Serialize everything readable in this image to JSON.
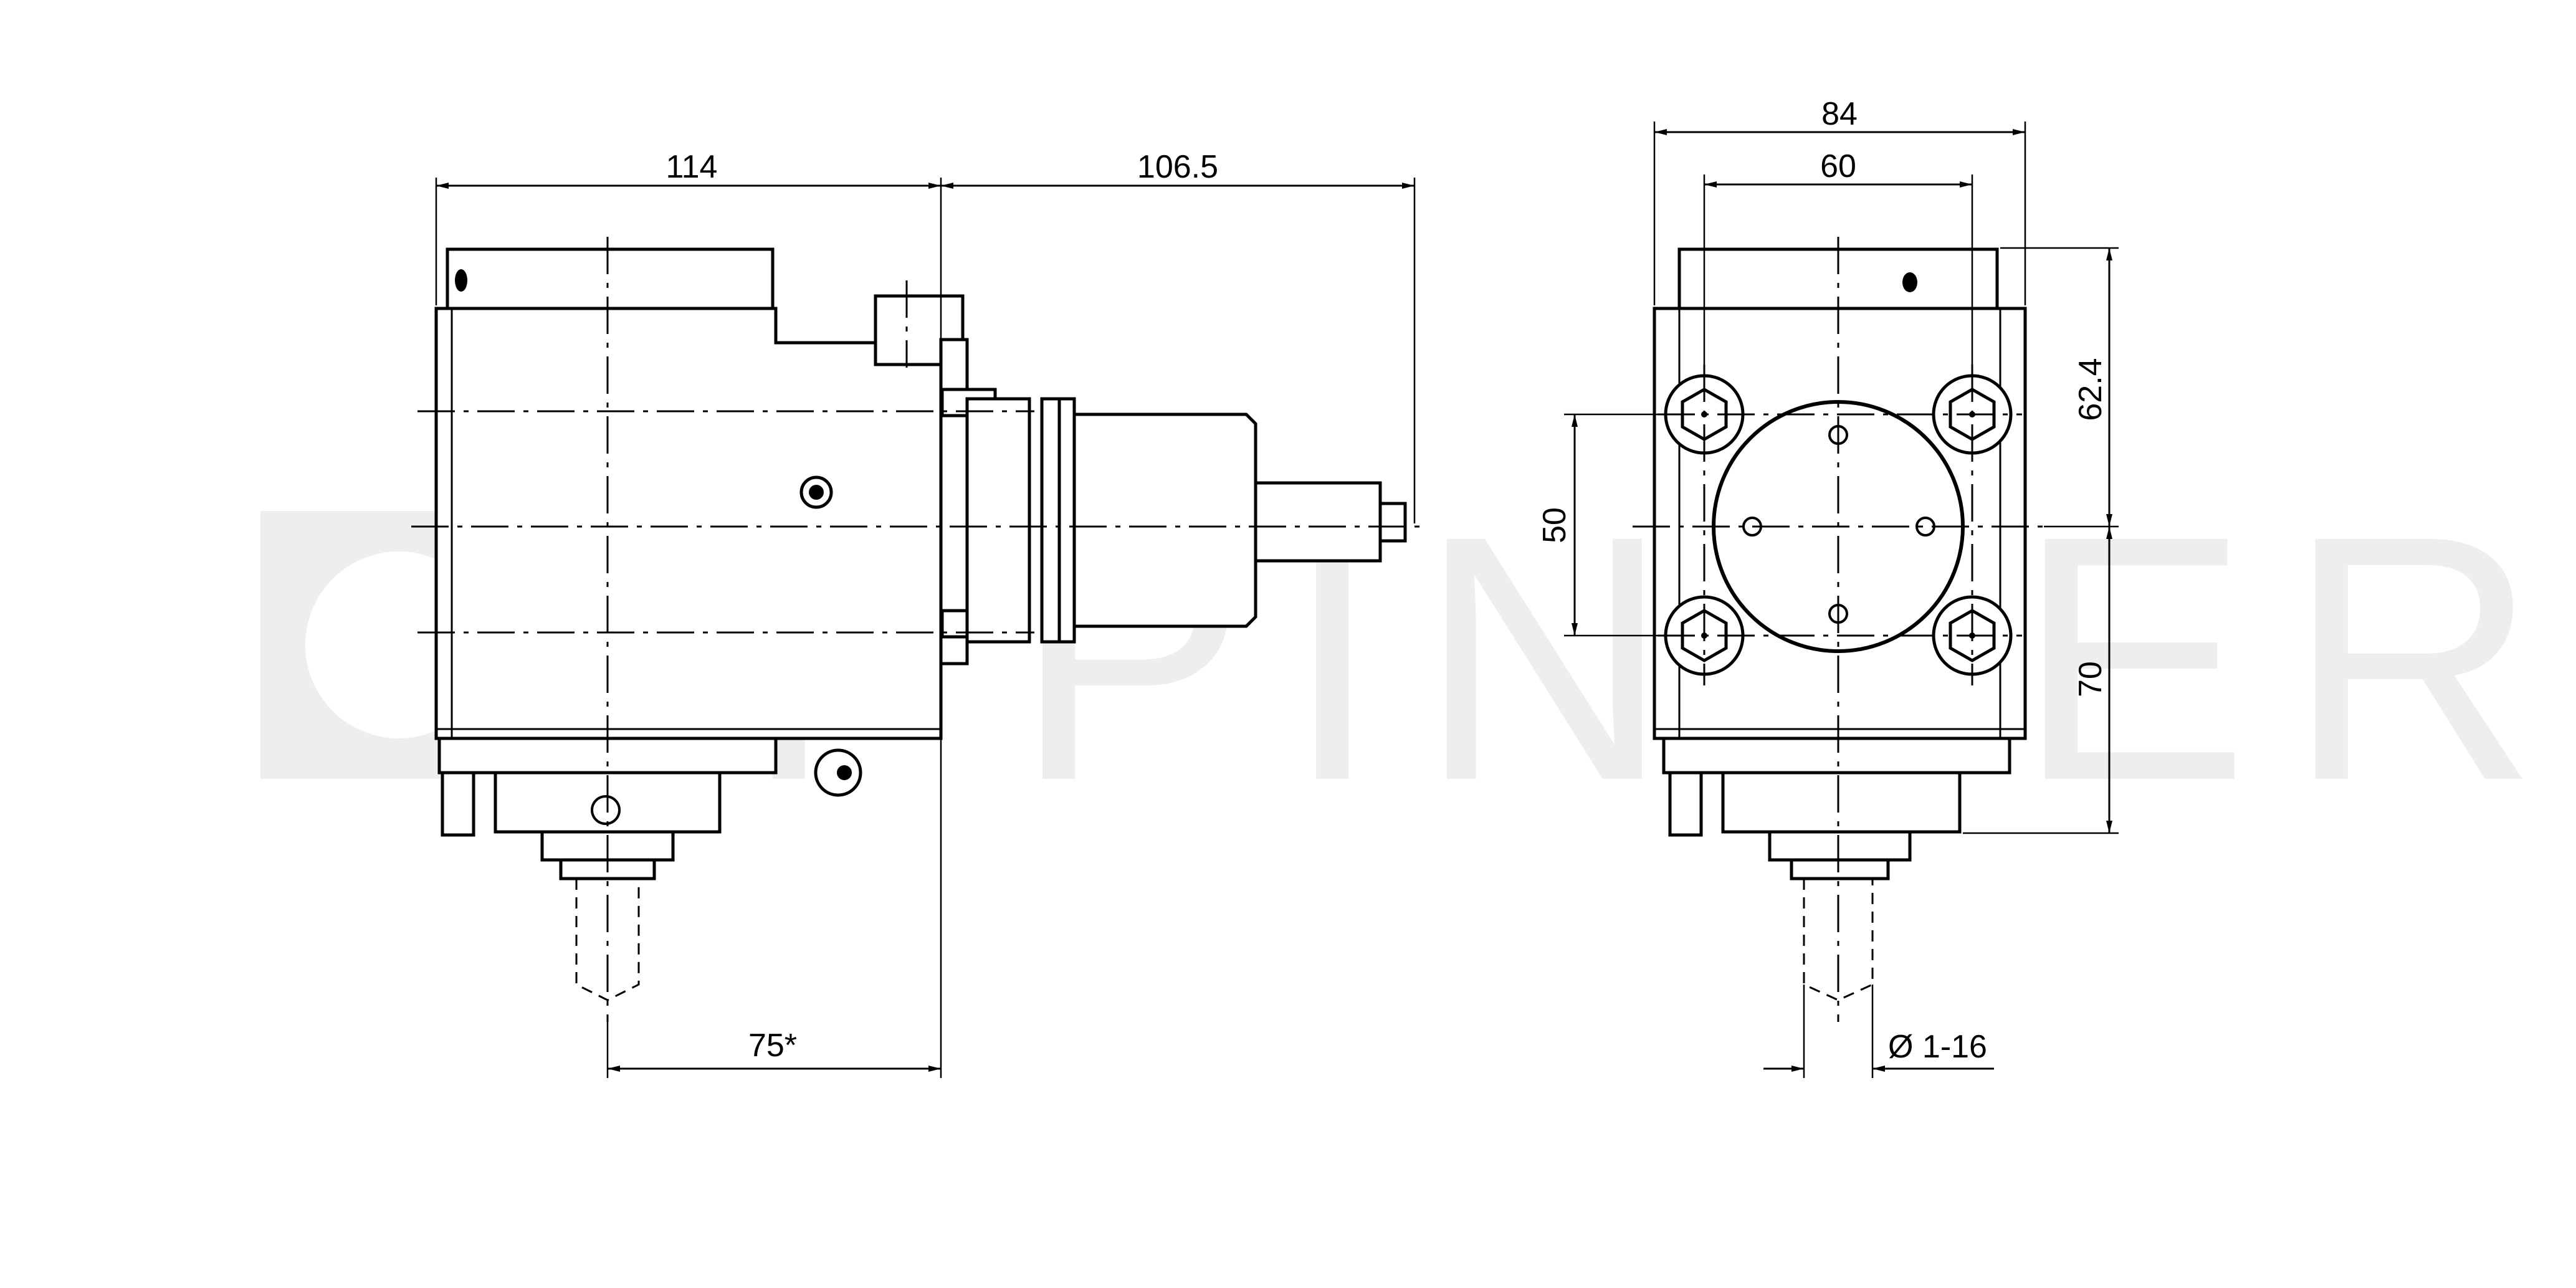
{
  "watermark": {
    "text": "EPPINGER",
    "color": "#eeeeee"
  },
  "dimensions": {
    "width_114": "114",
    "length_106_5": "106.5",
    "offset_75": "75*",
    "width_84": "84",
    "bolt_spacing_60": "60",
    "height_62_4": "62.4",
    "bolt_spacing_50": "50",
    "height_70": "70",
    "diameter_range": "Ø 1-16"
  },
  "colors": {
    "lines": "#000000",
    "background": "#ffffff"
  }
}
